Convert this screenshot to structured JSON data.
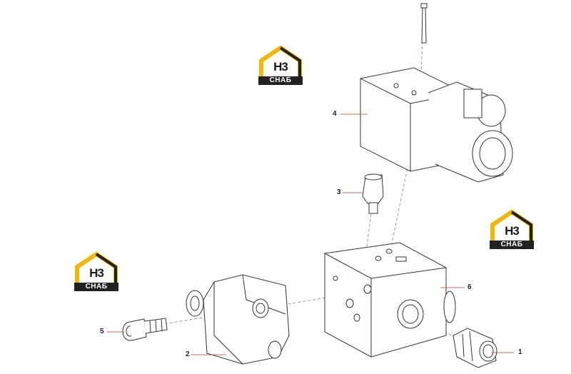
{
  "callouts": {
    "c1": "1",
    "c2": "2",
    "c3": "3",
    "c4": "4",
    "c5": "5",
    "c6": "6"
  },
  "logo": {
    "mark": "H3",
    "word": "СНАБ",
    "accent": "#f2b705",
    "dark": "#222222"
  },
  "leader_color": "#c0392b"
}
